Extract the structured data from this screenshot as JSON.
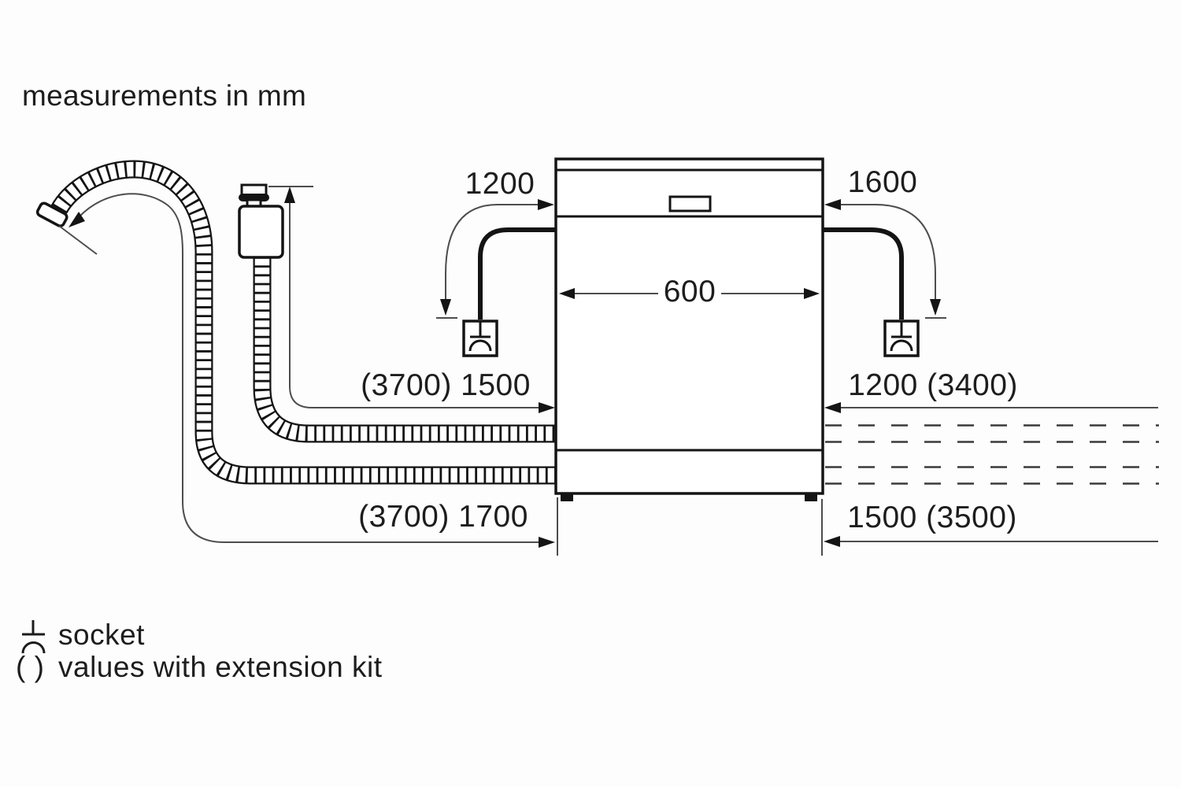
{
  "note": "measurements in mm",
  "dimensions": {
    "left_cord": "1200",
    "right_cord": "1600",
    "appliance_width": "600",
    "supply_hose": "(3700) 1500",
    "drain_hose": "(3700) 1700",
    "right_upper": "1200 (3400)",
    "right_lower": "1500 (3500)"
  },
  "legend": {
    "socket_label": "socket",
    "extension_prefix": "( )",
    "extension_label": "values with extension kit"
  },
  "icons": {
    "socket_symbol": "socket-icon"
  },
  "colors": {
    "line": "#141414",
    "thin_line": "#4d4d4d",
    "background": "#fdfdfd",
    "text": "#1d1d1d"
  }
}
